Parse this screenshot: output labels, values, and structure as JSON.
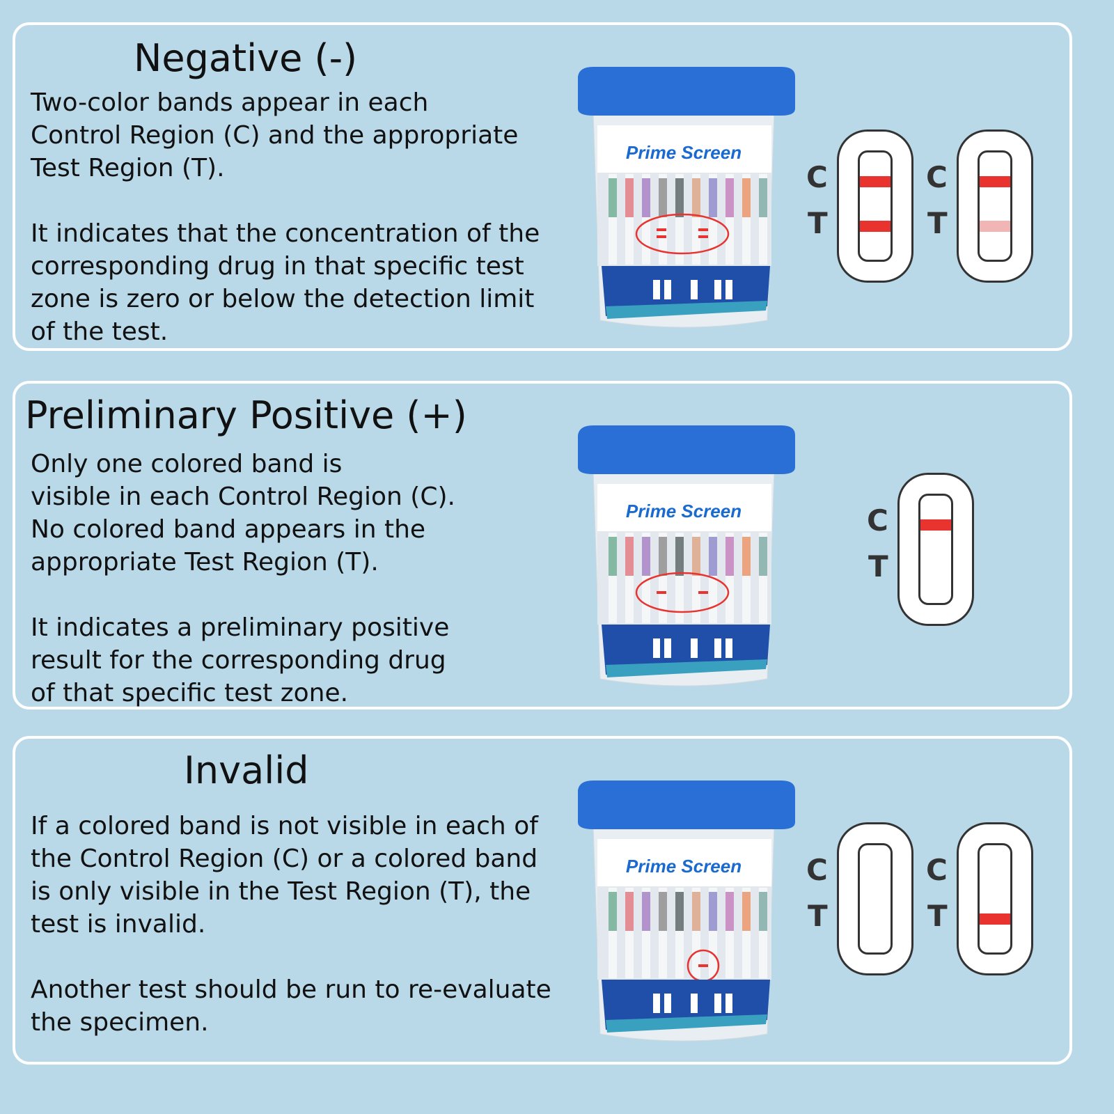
{
  "colors": {
    "background": "#b9d9e9",
    "band": "#e8332e",
    "band_faint": "#f2b5b5",
    "cap": "#2a6fd6",
    "label_blue": "#1f4fa8"
  },
  "brand": "PrimeScreen",
  "cassette_labels": {
    "c": "C",
    "t": "T"
  },
  "panels": [
    {
      "id": "negative",
      "title": "Negative (-)",
      "text": "Two-color bands appear in each\nControl Region (C) and the appropriate\nTest Region (T).\n\nIt indicates that the concentration of the\ncorresponding drug in that specific test\nzone is zero or below the detection limit\nof the test.",
      "cup_marker": "ellipse",
      "cup_bands": "double",
      "cassettes": [
        {
          "c": "strong",
          "t": "strong"
        },
        {
          "c": "strong",
          "t": "faint"
        }
      ]
    },
    {
      "id": "preliminary-positive",
      "title": "Preliminary Positive (+)",
      "text": "Only one colored band is\nvisible in each Control Region (C).\nNo colored band appears in the\nappropriate Test Region (T).\n\nIt indicates a preliminary positive\nresult for the corresponding drug\nof that specific test zone.",
      "cup_marker": "ellipse",
      "cup_bands": "single",
      "cassettes": [
        {
          "c": "strong",
          "t": "none"
        }
      ]
    },
    {
      "id": "invalid",
      "title": "Invalid",
      "text": "If a colored band is not visible in each of\nthe Control Region (C) or a colored band\nis only visible in the Test Region (T),  the\ntest is invalid.\n\nAnother test should be run to re-evaluate\nthe specimen.",
      "cup_marker": "circle",
      "cup_bands": "single",
      "cassettes": [
        {
          "c": "none",
          "t": "none"
        },
        {
          "c": "none",
          "t": "strong"
        }
      ]
    }
  ]
}
